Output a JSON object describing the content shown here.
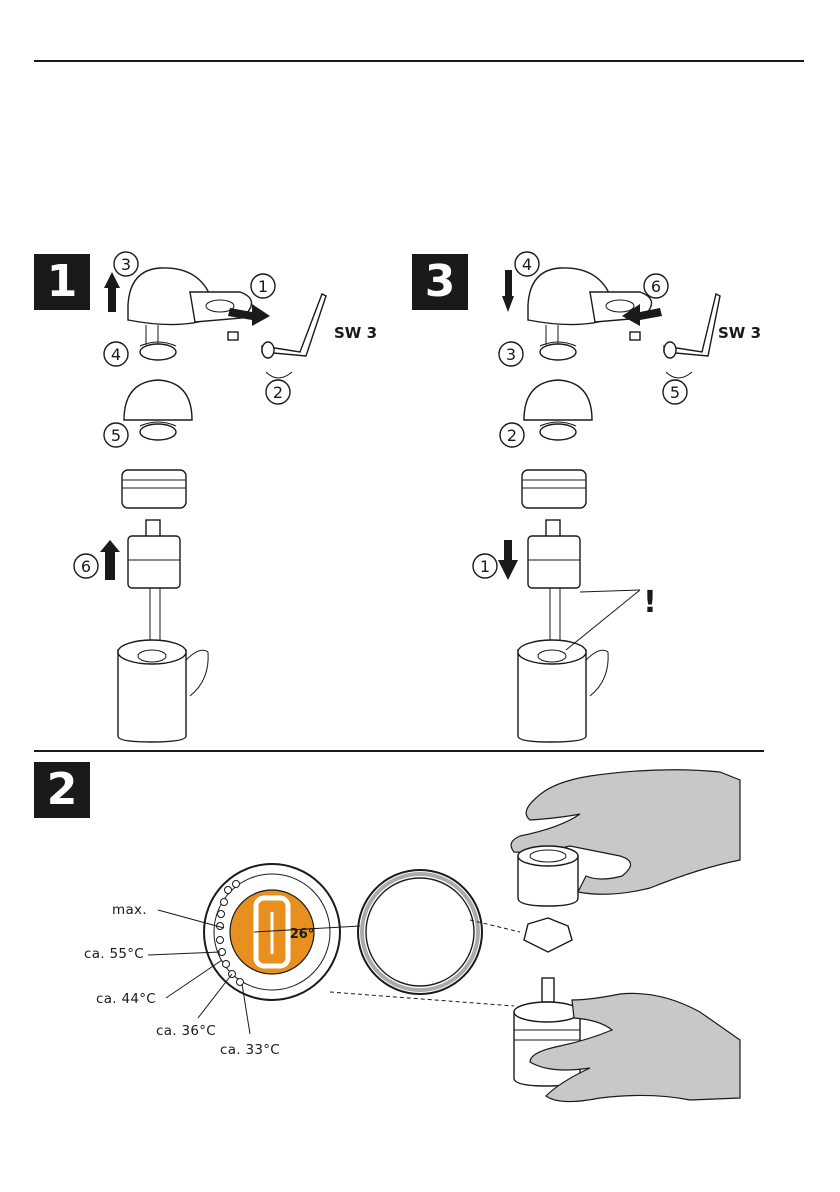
{
  "steps": [
    {
      "badge": "1",
      "tool": "SW 3",
      "callouts": [
        "3",
        "1",
        "4",
        "2",
        "5",
        "6"
      ]
    },
    {
      "badge": "3",
      "tool": "SW 3",
      "callouts": [
        "4",
        "6",
        "3",
        "5",
        "2",
        "1"
      ],
      "warning": "!"
    },
    {
      "badge": "2"
    }
  ],
  "temperatures": {
    "max": "max.",
    "t55": "ca. 55°C",
    "t44": "ca. 44°C",
    "t36": "ca. 36°C",
    "t33": "ca. 33°C",
    "dial_label": "26°"
  },
  "colors": {
    "accent": "#e8901f",
    "ink": "#1a1a1a",
    "glove": "#c8c8c8"
  }
}
